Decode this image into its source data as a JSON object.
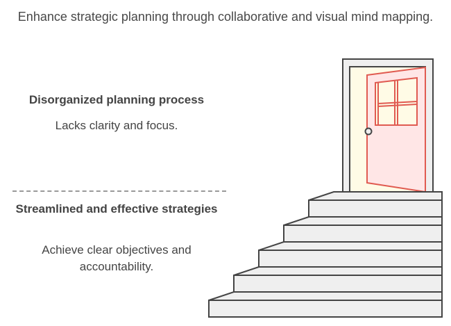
{
  "title": "Enhance strategic planning through collaborative and visual mind mapping.",
  "before": {
    "heading": "Disorganized planning process",
    "description": "Lacks clarity and focus."
  },
  "after": {
    "heading": "Streamlined and effective strategies",
    "description": "Achieve clear objectives and accountability."
  },
  "colors": {
    "door": "#e05a50",
    "door_fill": "#ffe6e6",
    "opening": "#fffbe6",
    "stairs": "#efefef",
    "outline": "#444444"
  }
}
